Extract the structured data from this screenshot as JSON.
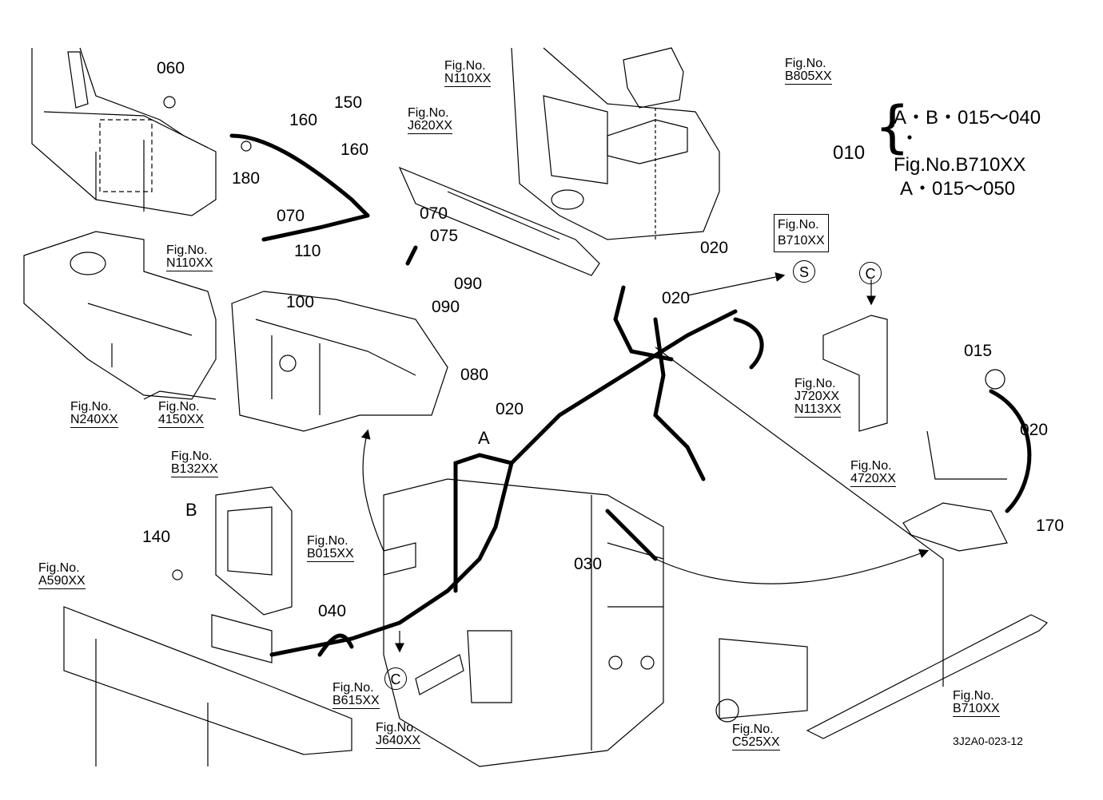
{
  "parts": {
    "p060": "060",
    "p150": "150",
    "p160a": "160",
    "p160b": "160",
    "p180": "180",
    "p070a": "070",
    "p070b": "070",
    "p075": "075",
    "p110": "110",
    "p100": "100",
    "p090a": "090",
    "p090b": "090",
    "p080": "080",
    "p020a": "020",
    "p020b": "020",
    "p020c": "020",
    "p020d": "020",
    "p015": "015",
    "p170": "170",
    "p140": "140",
    "p030": "030",
    "p040": "040",
    "p010": "010"
  },
  "letters": {
    "A": "A",
    "B": "B",
    "C1": "C",
    "C2": "C",
    "S": "S"
  },
  "fig_prefix": "Fig.No.",
  "fig_refs": {
    "n110_top": "N110XX",
    "j620": "J620XX",
    "b805": "B805XX",
    "b710_box": "B710XX",
    "n110_left": "N110XX",
    "n240": "N240XX",
    "f4150": "4150XX",
    "j720": "J720XX",
    "n113": "N113XX",
    "f4720": "4720XX",
    "b132": "B132XX",
    "b015": "B015XX",
    "a590": "A590XX",
    "b615": "B615XX",
    "j640": "J640XX",
    "c525": "C525XX",
    "b710_bottom": "B710XX"
  },
  "note_010": {
    "line1": "A・B・015～040",
    "line2": "・",
    "line3": "Fig.No.B710XX",
    "line4": "A・015～050"
  },
  "drawing_id": "3J2A0-023-12"
}
